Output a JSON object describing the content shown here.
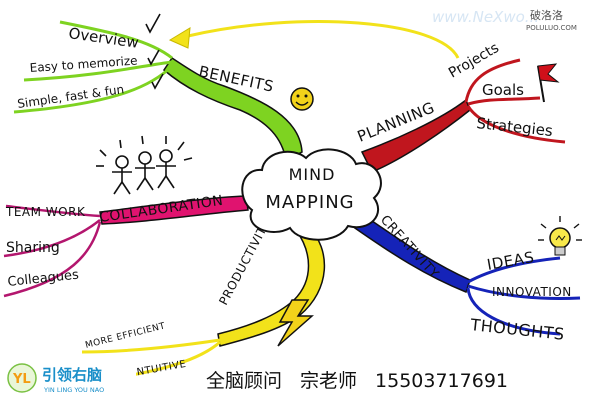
{
  "center": {
    "line1": "MIND",
    "line2": "MAPPING"
  },
  "branches": {
    "benefits": {
      "label": "BENEFITS",
      "color": "#7ed321",
      "items": [
        "Overview",
        "Easy to memorize",
        "Simple, fast & fun"
      ]
    },
    "planning": {
      "label": "PLANNING",
      "color": "#c0161e",
      "items": [
        "Projects",
        "Goals",
        "Strategies"
      ]
    },
    "collaboration": {
      "label": "COLLABORATION",
      "color": "#e0136f",
      "items": [
        "TEAM WORK",
        "Sharing",
        "Colleagues"
      ]
    },
    "creativity": {
      "label": "CREATIVITY",
      "color": "#1523b8",
      "items": [
        "IDEAS",
        "INNOVATION",
        "THOUGHTS"
      ]
    },
    "productivity": {
      "label": "PRODUCTIVITY",
      "color": "#f2e21a",
      "items": [
        "MORE EFFICIENT",
        "INTUITIVE"
      ]
    }
  },
  "watermark": {
    "line1": "www.NeXwo...",
    "line2": "POLULUO.COM",
    "corner": "破洛洛"
  },
  "footer": {
    "logo_main": "引领右脑",
    "logo_sub": "YIN LING YOU NAO",
    "logo_mark": "YL",
    "name": "全脑顾问",
    "person": "宗老师",
    "phone": "15503717691"
  },
  "colors": {
    "ink": "#111111",
    "arrow": "#f2e21a",
    "bolt": "#f2d21a",
    "bulb": "#f7e84a",
    "smiley": "#f2d21a",
    "flag": "#d0101a"
  }
}
